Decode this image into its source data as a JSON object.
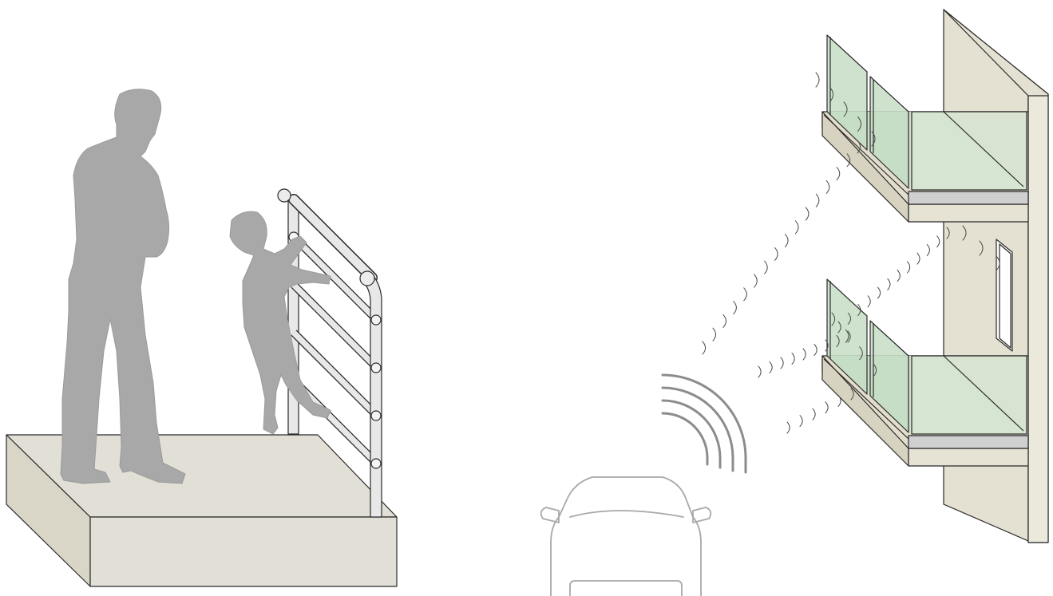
{
  "colors": {
    "background": "#ffffff",
    "concrete": "#e2e0d6",
    "concrete_side": "#d6d3c6",
    "wall": "#e4e0d2",
    "silhouette": "#a8a8a8",
    "railing": "#e8e8e8",
    "glass": "#cfe0cc",
    "outline": "#2a2a2a",
    "signal": "#8c8c8c"
  },
  "icons": [
    "adult-silhouette",
    "child-silhouette",
    "tubular-railing",
    "glass-balustrade",
    "car-outline",
    "sound-waves"
  ]
}
